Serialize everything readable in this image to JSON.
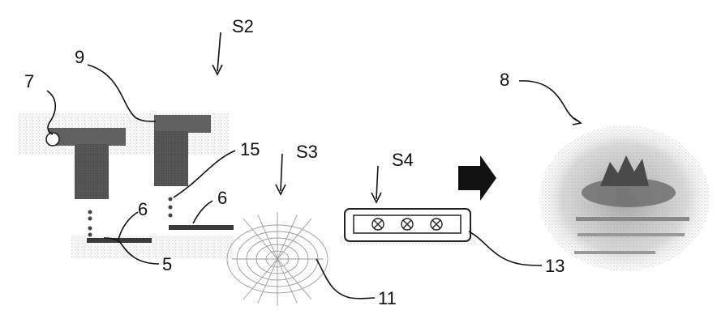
{
  "labels": {
    "s2": "S2",
    "s3": "S3",
    "s4": "S4",
    "n7": "7",
    "n9": "9",
    "n15": "15",
    "n6a": "6",
    "n6b": "6",
    "n5": "5",
    "n11": "11",
    "n13": "13",
    "n8": "8"
  },
  "colors": {
    "ink": "#111111",
    "stipple": "#b9b9b9",
    "tool_dark": "#555555",
    "pad": "#3a3a3a"
  },
  "icons": {
    "cross_marks": [
      "circle-cross-icon",
      "circle-cross-icon",
      "circle-cross-icon"
    ],
    "process_arrow": "right-arrow-icon"
  }
}
